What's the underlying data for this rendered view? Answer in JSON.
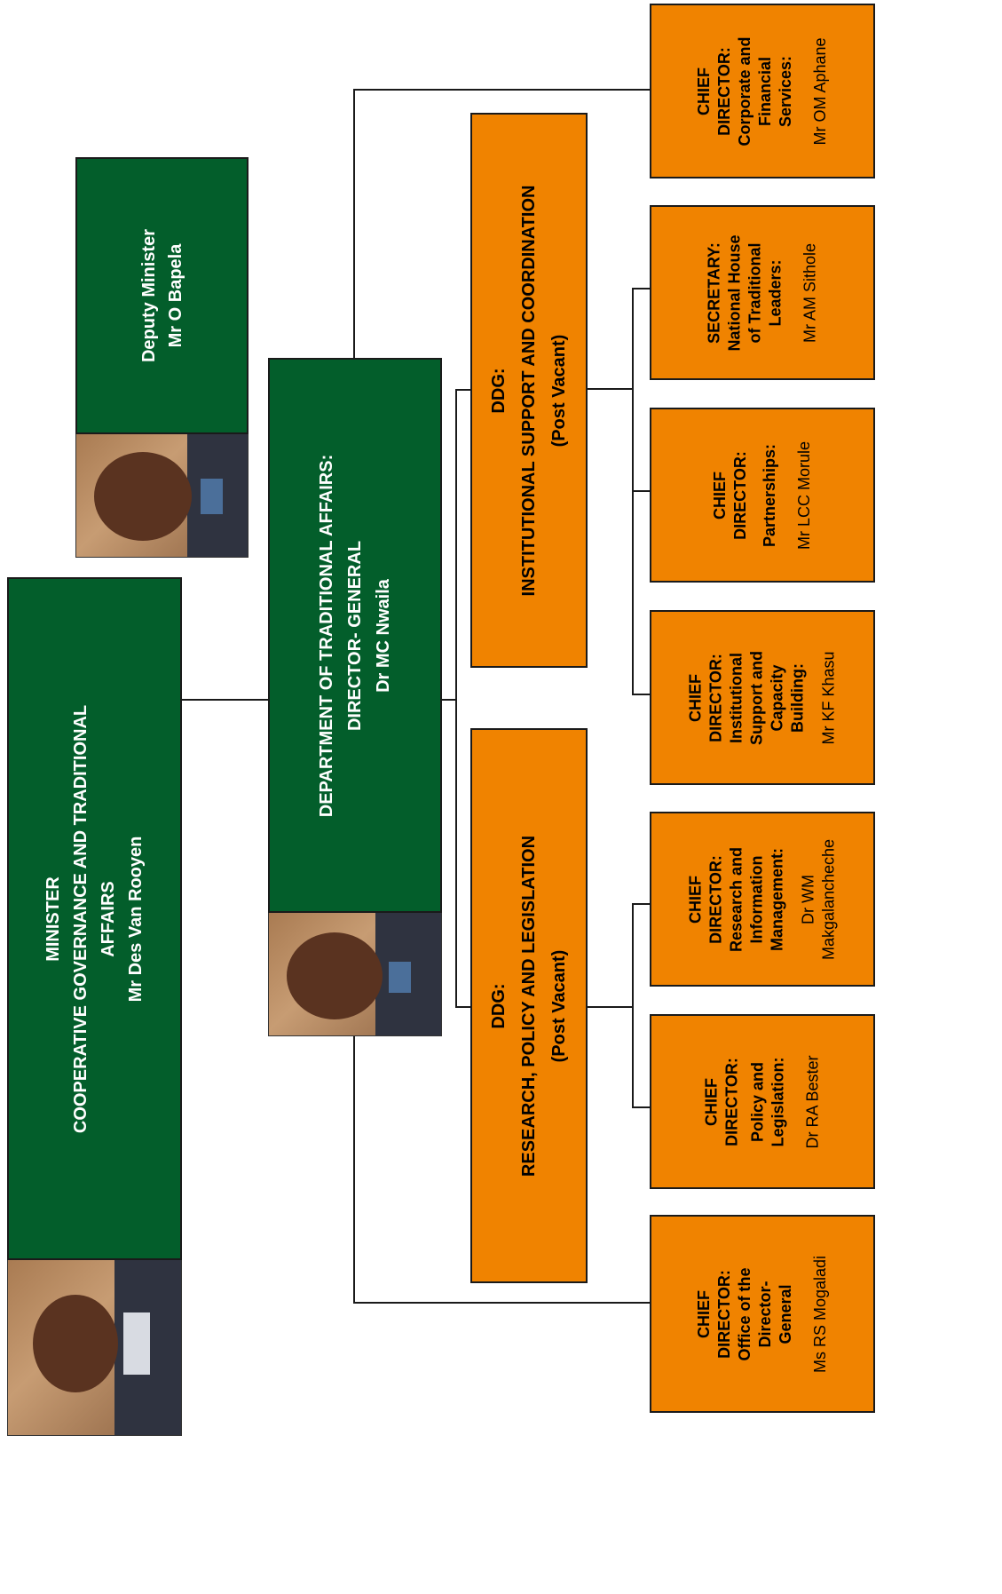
{
  "minister": {
    "title": "MINISTER",
    "portfolio_line1": "COOPERATIVE GOVERNANCE AND TRADITIONAL",
    "portfolio_line2": "AFFAIRS",
    "name": "Mr Des Van Rooyen"
  },
  "deputy_minister": {
    "title": "Deputy Minister",
    "name": "Mr O Bapela"
  },
  "director_general": {
    "line1": "DEPARTMENT OF TRADITIONAL AFFAIRS:",
    "line2": "DIRECTOR- GENERAL",
    "name": "Dr MC Nwaila"
  },
  "ddg_institutional": {
    "title": "DDG:",
    "branch": "INSTITUTIONAL SUPPORT AND COORDINATION",
    "status": "(Post Vacant)"
  },
  "ddg_research": {
    "title": "DDG:",
    "branch": "RESEARCH, POLICY AND LEGISLATION",
    "status": "(Post Vacant)"
  },
  "units": [
    {
      "l1": "CHIEF",
      "l2": "DIRECTOR:",
      "s1": "Corporate and",
      "s2": "Financial",
      "s3": "Services:",
      "name": "Mr OM Aphane"
    },
    {
      "l1": "SECRETARY:",
      "l2": "National House",
      "s1": "of Traditional",
      "s2": "Leaders:",
      "s3": "",
      "name": "Mr AM Sithole"
    },
    {
      "l1": "CHIEF",
      "l2": "DIRECTOR:",
      "s1": "Partnerships:",
      "s2": "",
      "s3": "",
      "name": "Mr LCC Morule"
    },
    {
      "l1": "CHIEF",
      "l2": "DIRECTOR:",
      "s1": "Institutional",
      "s2": "Support and",
      "s3": "Capacity",
      "s4": "Building:",
      "name": "Mr KF Khasu"
    },
    {
      "l1": "CHIEF",
      "l2": "DIRECTOR:",
      "s1": "Research and",
      "s2": "Information",
      "s3": "Management:",
      "name": "Dr WM",
      "name2": "Makgalancheche"
    },
    {
      "l1": "CHIEF",
      "l2": "DIRECTOR:",
      "s1": "Policy and",
      "s2": "Legislation:",
      "s3": "",
      "name": "Dr RA Bester"
    },
    {
      "l1": "CHIEF",
      "l2": "DIRECTOR:",
      "s1": "Office of the",
      "s2": "Director-",
      "s3": "General",
      "name": "Ms RS Mogaladi"
    }
  ],
  "colors": {
    "green": "#035e2b",
    "orange": "#f08300",
    "line": "#1a1a1a"
  }
}
